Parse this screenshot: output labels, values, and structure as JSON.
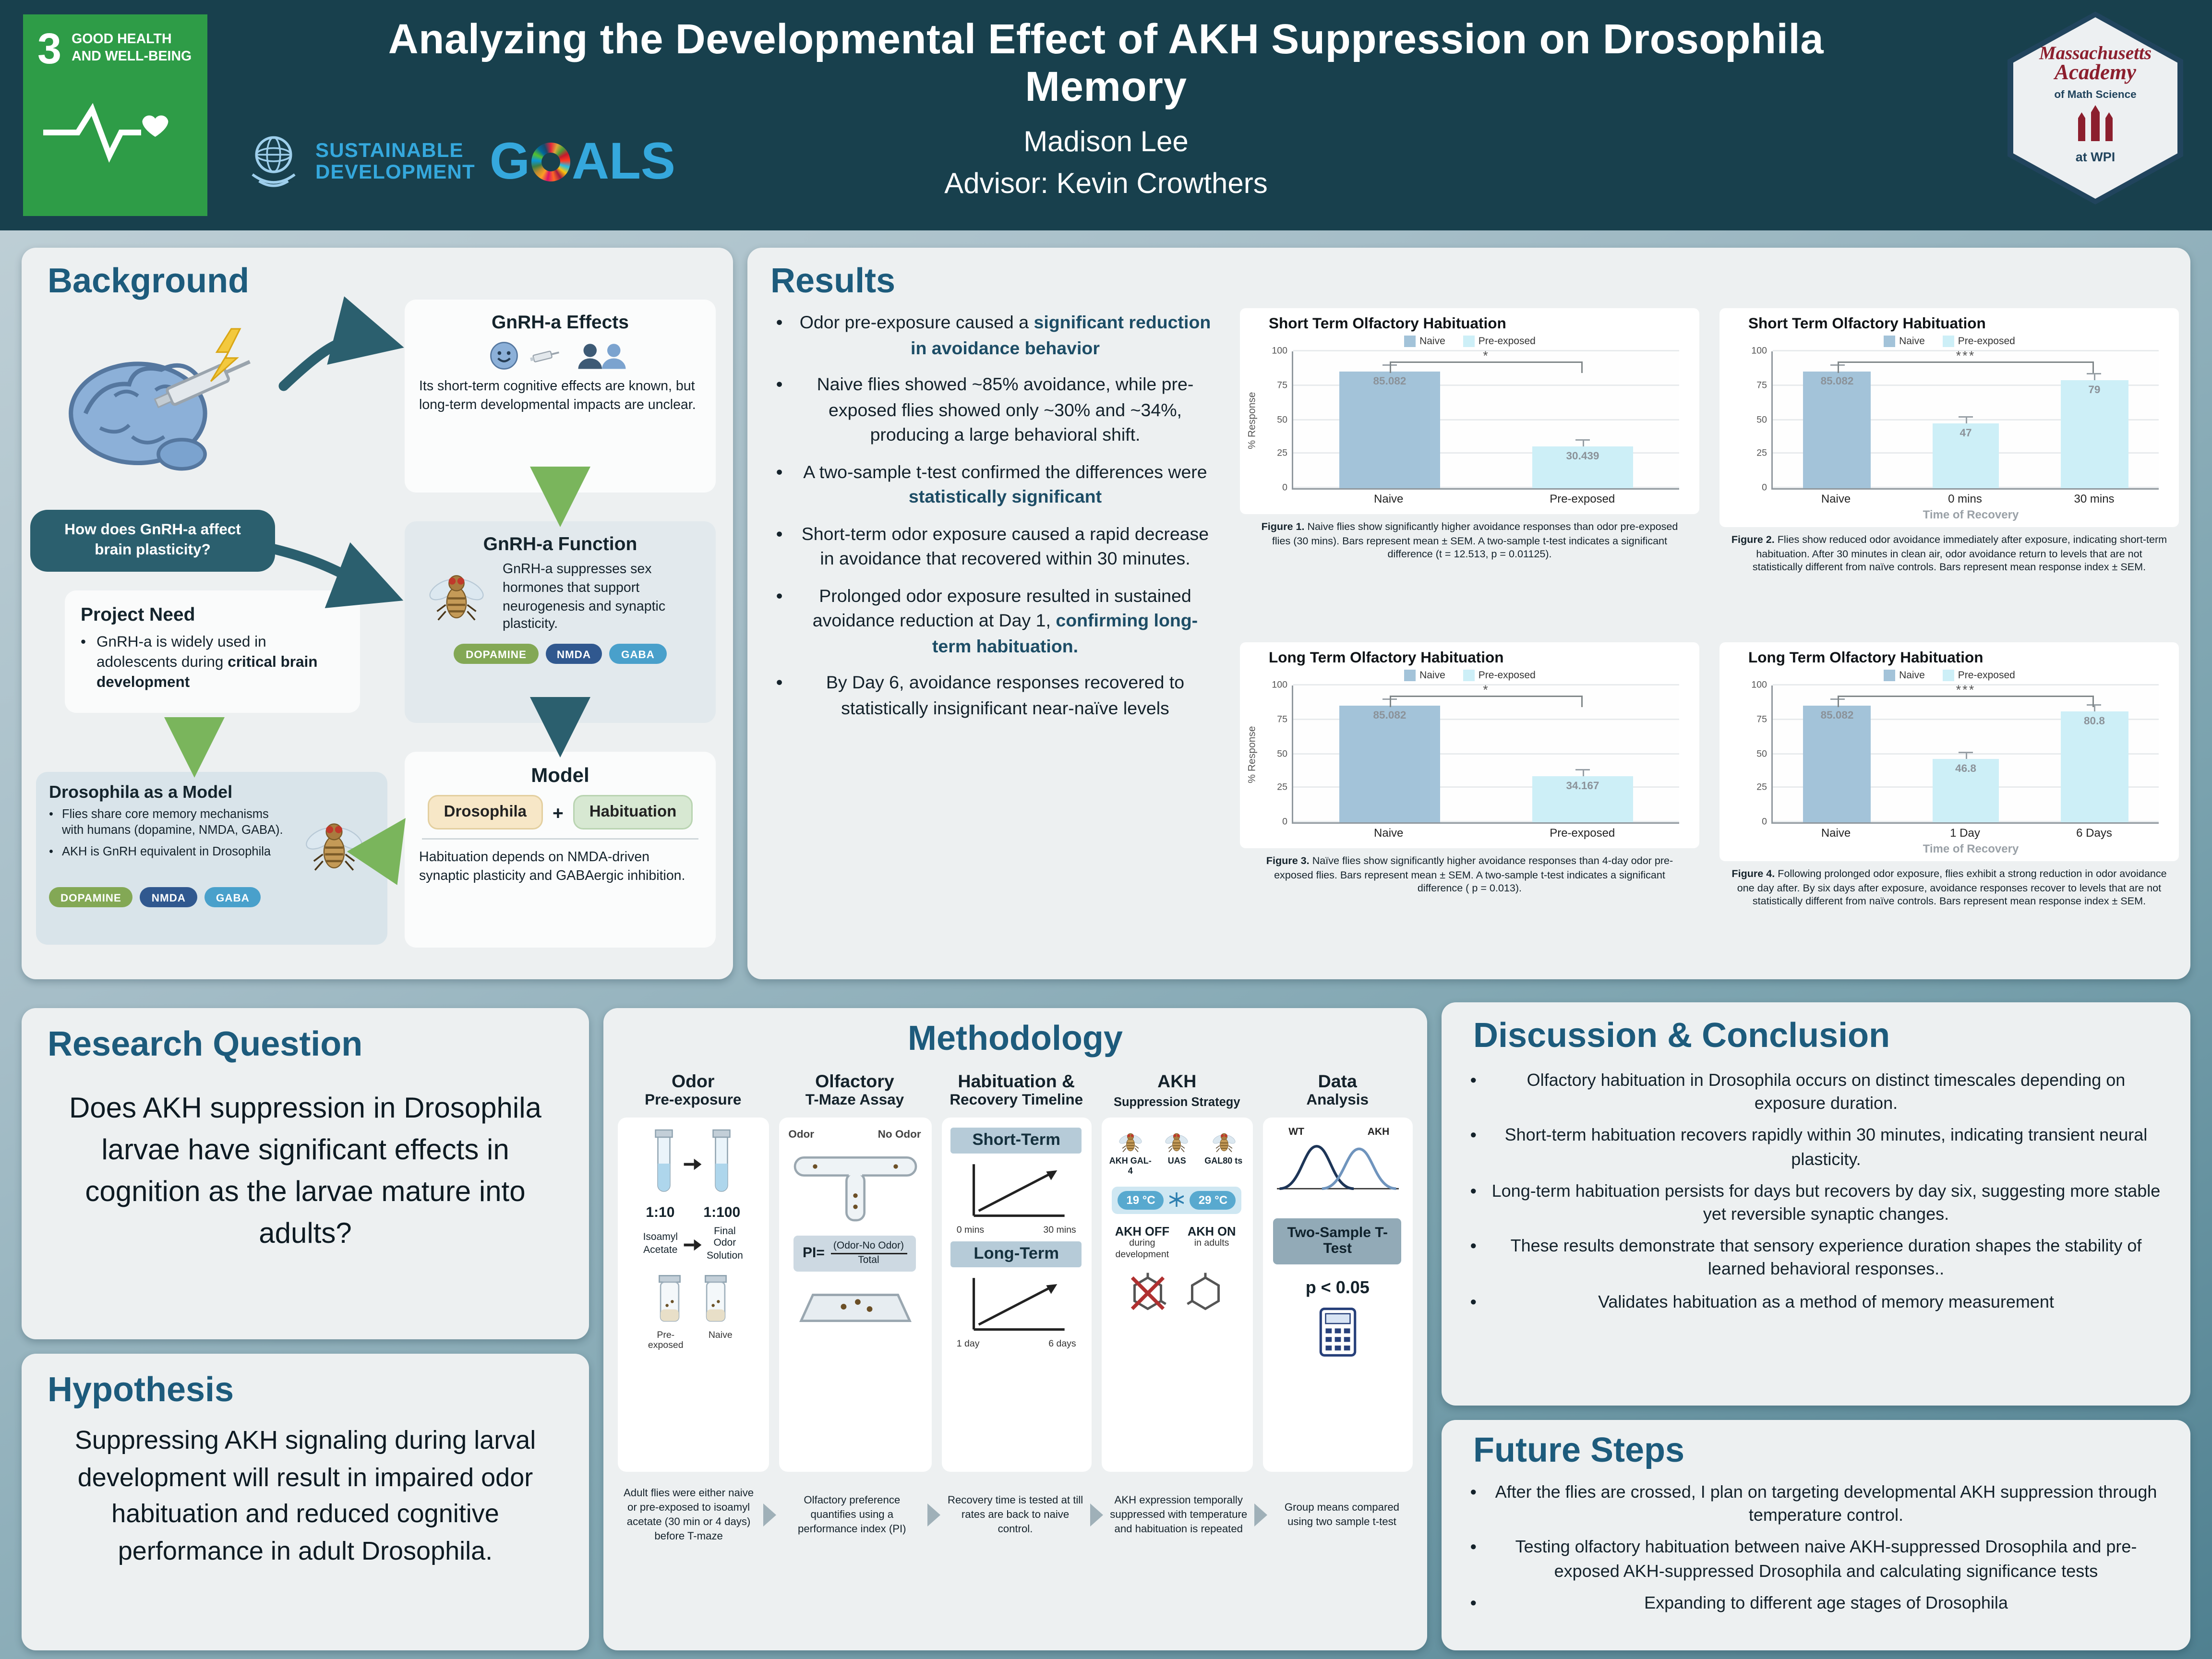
{
  "header": {
    "title": "Analyzing the Developmental Effect of AKH Suppression on Drosophila Memory",
    "author": "Madison Lee",
    "advisor": "Advisor: Kevin Crowthers",
    "sdg_badge": {
      "number": "3",
      "label": "GOOD HEALTH\nAND WELL-BEING"
    },
    "sdg_logo": {
      "line1": "SUSTAINABLE",
      "line2": "DEVELOPMENT",
      "goals_g": "G",
      "goals_rest": "ALS"
    },
    "crest": {
      "line1": "Massachusetts",
      "line2": "Academy",
      "line3": "of Math Science",
      "line4": "at WPI"
    }
  },
  "background": {
    "heading": "Background",
    "question_bubble": "How does GnRH-a affect brain plasticity?",
    "effects": {
      "title": "GnRH-a Effects",
      "text": "Its short-term cognitive effects are known, but long-term developmental impacts are unclear."
    },
    "function": {
      "title": "GnRH-a Function",
      "text": "GnRH-a suppresses sex hormones that support neurogenesis and synaptic plasticity.",
      "tags": [
        "DOPAMINE",
        "NMDA",
        "GABA"
      ]
    },
    "project_need": {
      "title": "Project Need",
      "bullet_pre": "GnRH-a is widely used in adolescents during ",
      "bullet_bold": "critical brain development"
    },
    "model_org": {
      "title": "Drosophila as a Model",
      "bullet1": "Flies share core memory mechanisms with humans (dopamine, NMDA, GABA).",
      "bullet2": "AKH is GnRH equivalent in Drosophila",
      "tags": [
        "DOPAMINE",
        "NMDA",
        "GABA"
      ]
    },
    "model": {
      "title": "Model",
      "chip1": "Drosophila",
      "plus": "+",
      "chip2": "Habituation",
      "text": "Habituation depends on NMDA-driven synaptic plasticity and GABAergic inhibition."
    }
  },
  "results": {
    "heading": "Results",
    "bullets": [
      {
        "pre": "Odor pre-exposure caused a ",
        "bold": "significant reduction in avoidance behavior"
      },
      {
        "pre": "Naive flies showed ~85% avoidance, while pre-exposed flies showed only ~30% and ~34%, producing a large behavioral shift."
      },
      {
        "pre": "A two-sample t-test confirmed the differences were ",
        "bold": "statistically significant"
      },
      {
        "pre": "Short-term odor exposure caused a rapid decrease in avoidance that recovered within 30 minutes."
      },
      {
        "pre": "Prolonged odor exposure resulted in sustained avoidance reduction at Day 1, ",
        "bold": "confirming long-term habituation."
      },
      {
        "pre": "By Day 6, avoidance responses recovered to statistically insignificant near-naïve levels"
      }
    ]
  },
  "chart_data": [
    {
      "type": "bar",
      "title": "Short Term Olfactory Habituation",
      "legend": [
        "Naive",
        "Pre-exposed"
      ],
      "legend_colors": [
        "#a3c3d9",
        "#cdeff7"
      ],
      "categories": [
        "Naive",
        "Pre-exposed"
      ],
      "values": [
        85.082,
        30.439
      ],
      "value_labels": [
        "85.082",
        "30.439"
      ],
      "bar_colors": [
        "#a3c3d9",
        "#cdeff7"
      ],
      "ylabel": "% Response",
      "xlabel": "",
      "ylim": [
        0,
        100
      ],
      "yticks": [
        0,
        25,
        50,
        75,
        100
      ],
      "significance": "*"
    },
    {
      "type": "bar",
      "title": "Short Term Olfactory Habituation",
      "legend": [
        "Naive",
        "Pre-exposed"
      ],
      "legend_colors": [
        "#a3c3d9",
        "#cdeff7"
      ],
      "categories": [
        "Naive",
        "0 mins",
        "30 mins"
      ],
      "values": [
        85.082,
        47,
        79
      ],
      "value_labels": [
        "85.082",
        "47",
        "79"
      ],
      "bar_colors": [
        "#a3c3d9",
        "#cdeff7",
        "#cdeff7"
      ],
      "ylabel": "",
      "xlabel": "Time of Recovery",
      "ylim": [
        0,
        100
      ],
      "yticks": [
        0,
        25,
        50,
        75,
        100
      ],
      "significance": "***"
    },
    {
      "type": "bar",
      "title": "Long Term Olfactory Habituation",
      "legend": [
        "Naive",
        "Pre-exposed"
      ],
      "legend_colors": [
        "#a3c3d9",
        "#cdeff7"
      ],
      "categories": [
        "Naive",
        "Pre-exposed"
      ],
      "values": [
        85.082,
        34.167
      ],
      "value_labels": [
        "85.082",
        "34.167"
      ],
      "bar_colors": [
        "#a3c3d9",
        "#cdeff7"
      ],
      "ylabel": "% Response",
      "xlabel": "",
      "ylim": [
        0,
        100
      ],
      "yticks": [
        0,
        25,
        50,
        75,
        100
      ],
      "significance": "*"
    },
    {
      "type": "bar",
      "title": "Long Term Olfactory Habituation",
      "legend": [
        "Naive",
        "Pre-exposed"
      ],
      "legend_colors": [
        "#a3c3d9",
        "#cdeff7"
      ],
      "categories": [
        "Naive",
        "1 Day",
        "6 Days"
      ],
      "values": [
        85.082,
        46.8,
        80.8
      ],
      "value_labels": [
        "85.082",
        "46.8",
        "80.8"
      ],
      "bar_colors": [
        "#a3c3d9",
        "#cdeff7",
        "#cdeff7"
      ],
      "ylabel": "",
      "xlabel": "Time of Recovery",
      "ylim": [
        0,
        100
      ],
      "yticks": [
        0,
        25,
        50,
        75,
        100
      ],
      "significance": "***"
    }
  ],
  "figures": [
    {
      "label": "Figure 1.",
      "text": " Naive flies show significantly higher avoidance responses than odor pre-exposed flies (30 mins). Bars represent mean ± SEM. A two-sample t-test indicates a significant difference (t = 12.513, p = 0.01125)."
    },
    {
      "label": "Figure 2.",
      "text": " Flies show reduced odor avoidance immediately after exposure, indicating short-term habituation. After 30 minutes in clean air, odor avoidance return to levels that are not statistically different from naïve controls. Bars represent mean response index ± SEM."
    },
    {
      "label": "Figure 3.",
      "text": " Naïve flies show significantly higher avoidance responses than 4-day odor pre-exposed flies. Bars represent mean ± SEM. A two-sample t-test indicates a significant difference ( p = 0.013)."
    },
    {
      "label": "Figure 4.",
      "text": " Following prolonged odor exposure, flies exhibit a strong reduction in odor avoidance one day after. By six days after exposure, avoidance responses recover to levels that are not statistically different from naïve controls. Bars represent mean response index ± SEM."
    }
  ],
  "research_question": {
    "heading": "Research Question",
    "text": "Does AKH suppression in Drosophila larvae have significant effects in cognition as the larvae mature into adults?"
  },
  "hypothesis": {
    "heading": "Hypothesis",
    "text": "Suppressing AKH signaling during larval development will result in impaired odor habituation and reduced cognitive performance in adult Drosophila."
  },
  "methodology": {
    "heading": "Methodology",
    "columns": [
      {
        "title1": "Odor",
        "title2": "Pre-exposure",
        "ratio1": "1:10",
        "ratio2": "1:100",
        "label1": "Isoamyl\nAcetate",
        "label2": "Final\nOdor\nSolution",
        "vial1": "Pre-exposed",
        "vial2": "Naive",
        "caption": "Adult flies were either naive or pre-exposed to isoamyl acetate (30 min or 4 days) before T-maze"
      },
      {
        "title1": "Olfactory",
        "title2": "T-Maze Assay",
        "odor": "Odor",
        "no_odor": "No Odor",
        "pi": "PI=",
        "numerator": "(Odor-No Odor)",
        "denominator": "Total",
        "caption": "Olfactory preference quantifies using a performance index (PI)"
      },
      {
        "title1": "Habituation &",
        "title2": "Recovery Timeline",
        "short_label": "Short-Term",
        "short_x0": "0 mins",
        "short_x1": "30 mins",
        "long_label": "Long-Term",
        "long_x0": "1 day",
        "long_x1": "6 days",
        "caption": "Recovery time is tested at till rates are back to naive control."
      },
      {
        "title1": "AKH",
        "title2": "Suppression Strategy",
        "fly1": "AKH GAL-4",
        "fly2": "UAS",
        "fly3": "GAL80 ts",
        "temp_cold": "19 °C",
        "temp_warm": "29 °C",
        "off_bold": "AKH OFF",
        "off_sub": "during development",
        "on_bold": "AKH ON",
        "on_sub": "in adults",
        "caption": "AKH expression temporally suppressed with temperature and habituation is repeated"
      },
      {
        "title1": "Data",
        "title2": "Analysis",
        "wt": "WT",
        "akh": "AKH",
        "test_label": "Two-Sample T-Test",
        "p_value": "p < 0.05",
        "caption": "Group means compared using two sample t-test"
      }
    ]
  },
  "discussion": {
    "heading": "Discussion & Conclusion",
    "bullets": [
      "Olfactory habituation in Drosophila occurs on distinct timescales depending on exposure duration.",
      "Short-term habituation recovers rapidly within 30 minutes, indicating transient neural plasticity.",
      "Long-term habituation persists for days but recovers by day six, suggesting more stable yet reversible synaptic changes.",
      "These results demonstrate that sensory experience duration shapes the stability of learned behavioral responses..",
      "Validates habituation as a method of memory measurement"
    ]
  },
  "future_steps": {
    "heading": "Future Steps",
    "bullets": [
      "After the flies are crossed, I plan on targeting developmental AKH suppression through temperature control.",
      "Testing olfactory habituation between naive AKH-suppressed Drosophila and pre-exposed AKH-suppressed Drosophila and calculating significance tests",
      "Expanding to different age stages of Drosophila"
    ]
  }
}
